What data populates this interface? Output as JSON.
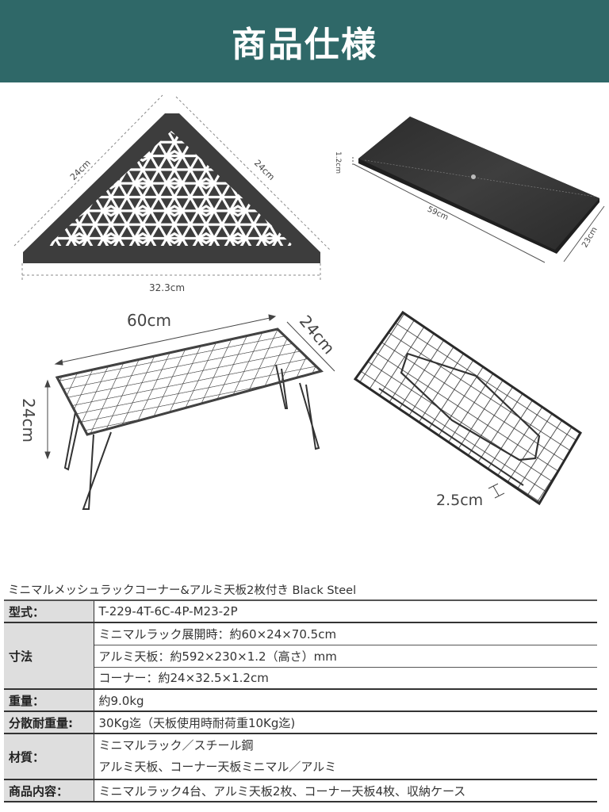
{
  "header": {
    "title": "商品仕様",
    "background": "#2f6868"
  },
  "figures": {
    "corner_plate": {
      "side_left": "24cm",
      "side_right": "24cm",
      "base": "32.3cm"
    },
    "aluminum_plate": {
      "thickness": "1.2cm",
      "length": "59cm",
      "width": "23cm"
    },
    "rack_open": {
      "length": "60cm",
      "depth": "24cm",
      "height": "24cm"
    },
    "rack_folded": {
      "thickness": "2.5cm"
    }
  },
  "product_name": "ミニマルメッシュラックコーナー&アルミ天板2枚付き Black Steel",
  "spec_table": {
    "model": {
      "label": "型式：",
      "value": "T-229-4T-6C-4P-M23-2P"
    },
    "dimensions": {
      "label": "寸法",
      "values": [
        "ミニマルラック展開時：約60×24×70.5cm",
        "アルミ天板：約592×230×1.2（高さ）mm",
        "コーナー：約24×32.5×1.2cm"
      ]
    },
    "weight": {
      "label": "重量：",
      "value": "約9.0kg"
    },
    "load": {
      "label": "分散耐重量:",
      "value": "30Kg迄（天板使用時耐荷重10Kg迄)"
    },
    "material": {
      "label": "材質：",
      "values": [
        "ミニマルラック／スチール鋼",
        "アルミ天板、コーナー天板ミニマル／アルミ"
      ]
    },
    "contents": {
      "label": "商品内容：",
      "value": "ミニマルラック4台、アルミ天板2枚、コーナー天板4枚、収納ケース"
    }
  }
}
